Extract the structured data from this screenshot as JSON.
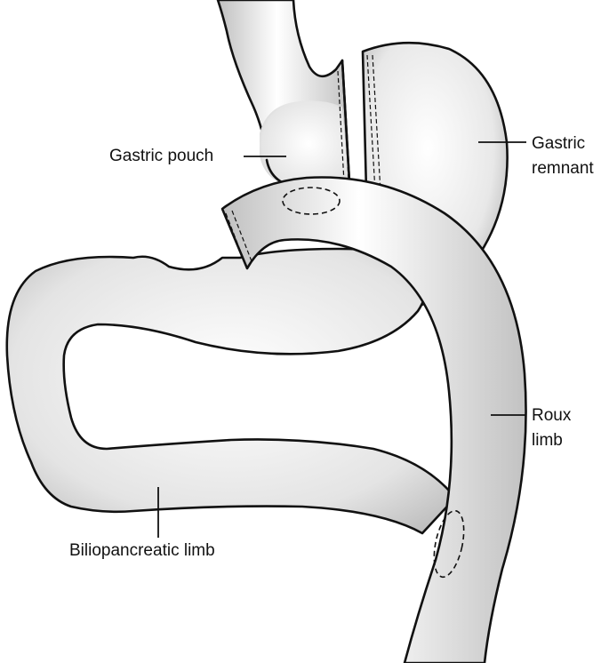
{
  "labels": {
    "gastric_pouch": "Gastric pouch",
    "gastric_remnant_line1": "Gastric",
    "gastric_remnant_line2": "remnant",
    "roux_limb_line1": "Roux",
    "roux_limb_line2": "limb",
    "biliopancreatic_limb": "Biliopancreatic limb"
  },
  "colors": {
    "outline": "#111111",
    "fill_light": "#ffffff",
    "fill_mid": "#e6e6e6",
    "fill_dark": "#bdbdbd",
    "background": "#ffffff"
  }
}
